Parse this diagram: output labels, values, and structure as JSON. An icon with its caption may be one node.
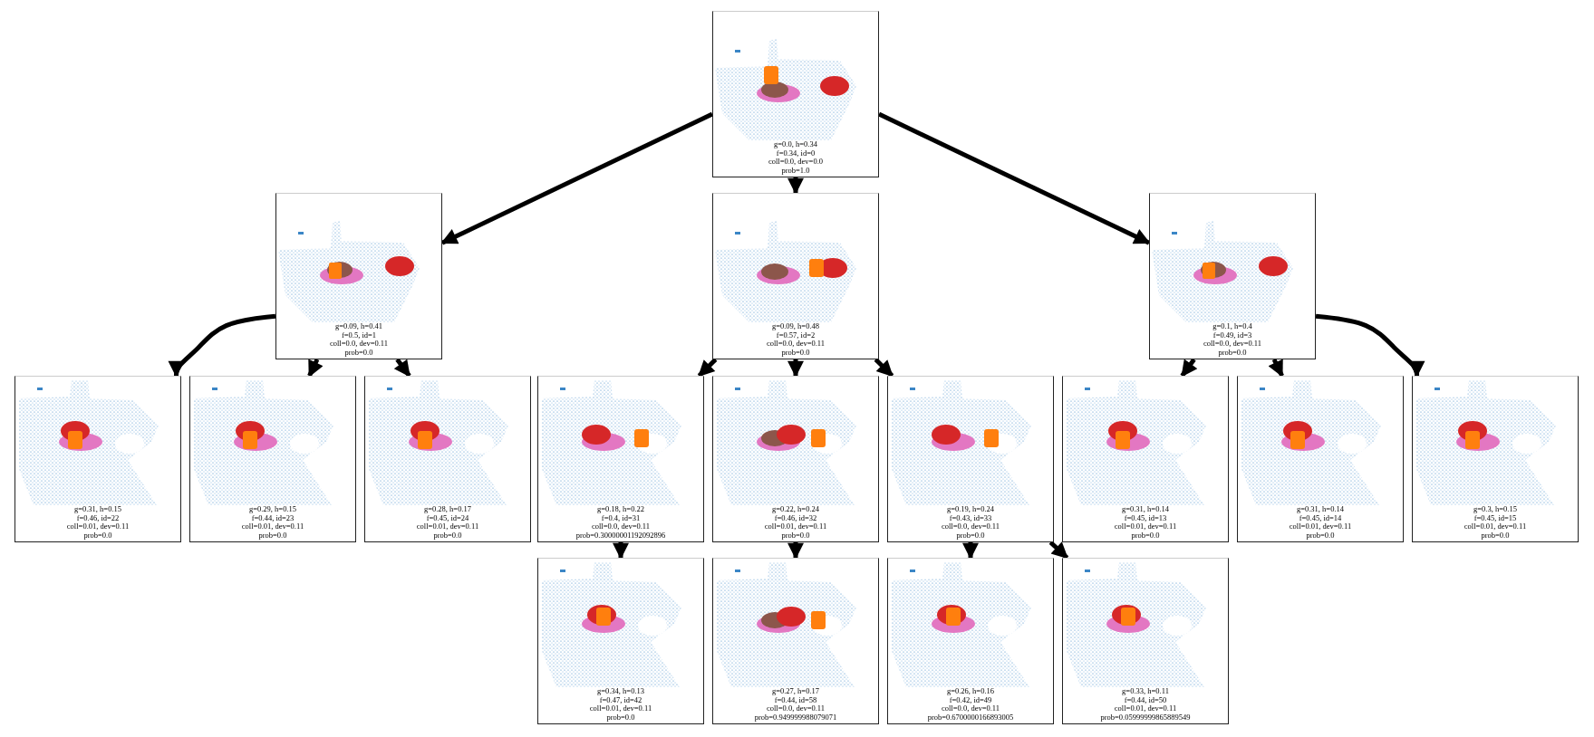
{
  "diagram": {
    "nodes": [
      {
        "text": [
          "g=0.0, h=0.34",
          "f=0.34, id=0",
          "coll=0.0, dev=0.0",
          "prob=1.0"
        ]
      },
      {
        "text": [
          "g=0.09, h=0.41",
          "f=0.5, id=1",
          "coll=0.0, dev=0.11",
          "prob=0.0"
        ]
      },
      {
        "text": [
          "g=0.09, h=0.48",
          "f=0.57, id=2",
          "coll=0.0, dev=0.11",
          "prob=0.0"
        ]
      },
      {
        "text": [
          "g=0.1, h=0.4",
          "f=0.49, id=3",
          "coll=0.0, dev=0.11",
          "prob=0.0"
        ]
      },
      {
        "text": [
          "g=0.31, h=0.15",
          "f=0.46, id=22",
          "coll=0.01, dev=0.11",
          "prob=0.0"
        ]
      },
      {
        "text": [
          "g=0.29, h=0.15",
          "f=0.44, id=23",
          "coll=0.01, dev=0.11",
          "prob=0.0"
        ]
      },
      {
        "text": [
          "g=0.28, h=0.17",
          "f=0.45, id=24",
          "coll=0.01, dev=0.11",
          "prob=0.0"
        ]
      },
      {
        "text": [
          "g=0.18, h=0.22",
          "f=0.4, id=31",
          "coll=0.0, dev=0.11",
          "prob=0.30000001192092896"
        ]
      },
      {
        "text": [
          "g=0.22, h=0.24",
          "f=0.46, id=32",
          "coll=0.01, dev=0.11",
          "prob=0.0"
        ]
      },
      {
        "text": [
          "g=0.19, h=0.24",
          "f=0.43, id=33",
          "coll=0.0, dev=0.11",
          "prob=0.0"
        ]
      },
      {
        "text": [
          "g=0.31, h=0.14",
          "f=0.45, id=13",
          "coll=0.01, dev=0.11",
          "prob=0.0"
        ]
      },
      {
        "text": [
          "g=0.31, h=0.14",
          "f=0.45, id=14",
          "coll=0.01, dev=0.11",
          "prob=0.0"
        ]
      },
      {
        "text": [
          "g=0.3, h=0.15",
          "f=0.45, id=15",
          "coll=0.01, dev=0.11",
          "prob=0.0"
        ]
      },
      {
        "text": [
          "g=0.34, h=0.13",
          "f=0.47, id=42",
          "coll=0.01, dev=0.11",
          "prob=0.0"
        ]
      },
      {
        "text": [
          "g=0.27, h=0.17",
          "f=0.44, id=58",
          "coll=0.0, dev=0.11",
          "prob=0.949999988079071"
        ]
      },
      {
        "text": [
          "g=0.26, h=0.16",
          "f=0.42, id=49",
          "coll=0.0, dev=0.11",
          "prob=0.6700000166893005"
        ]
      },
      {
        "text": [
          "g=0.33, h=0.11",
          "f=0.44, id=50",
          "coll=0.01, dev=0.11",
          "prob=0.05999999865889549"
        ]
      }
    ],
    "edges": [
      {
        "from": 0,
        "to": 1,
        "arrow": "to"
      },
      {
        "from": 0,
        "to": 2,
        "arrow": "to"
      },
      {
        "from": 0,
        "to": 3,
        "arrow": "to"
      },
      {
        "from": 1,
        "to": 4,
        "arrow": "to"
      },
      {
        "from": 1,
        "to": 5,
        "arrow": "to"
      },
      {
        "from": 1,
        "to": 6,
        "arrow": "to"
      },
      {
        "from": 2,
        "to": 7,
        "arrow": "to"
      },
      {
        "from": 2,
        "to": 8,
        "arrow": "to"
      },
      {
        "from": 2,
        "to": 9,
        "arrow": "to"
      },
      {
        "from": 3,
        "to": 10,
        "arrow": "to"
      },
      {
        "from": 3,
        "to": 11,
        "arrow": "to"
      },
      {
        "from": 3,
        "to": 12,
        "arrow": "to"
      },
      {
        "from": 7,
        "to": 13,
        "arrow": "to"
      },
      {
        "from": 8,
        "to": 14,
        "arrow": "to"
      },
      {
        "from": 9,
        "to": 15,
        "arrow": "to"
      },
      {
        "from": 9,
        "to": 16,
        "arrow": "to"
      }
    ]
  }
}
